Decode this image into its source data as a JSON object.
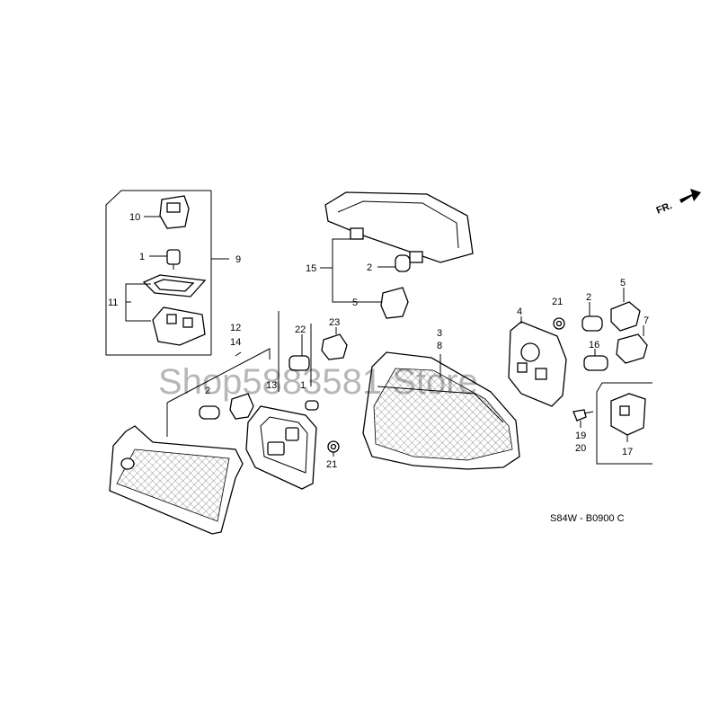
{
  "diagram": {
    "diagram_code": "S84W - B0900 C",
    "front_indicator": "FR.",
    "watermark": "Shop5883581 Store",
    "callouts": {
      "c10": "10",
      "c1a": "1",
      "c9": "9",
      "c11": "11",
      "c12": "12",
      "c14": "14",
      "c2a": "2",
      "c22": "22",
      "c23": "23",
      "c13": "13",
      "c1b": "1",
      "c21a": "21",
      "c15": "15",
      "c2b": "2",
      "c5a": "5",
      "c3": "3",
      "c8": "8",
      "c4": "4",
      "c21b": "21",
      "c2c": "2",
      "c5b": "5",
      "c16": "16",
      "c7": "7",
      "c19": "19",
      "c20": "20",
      "c17": "17"
    }
  }
}
